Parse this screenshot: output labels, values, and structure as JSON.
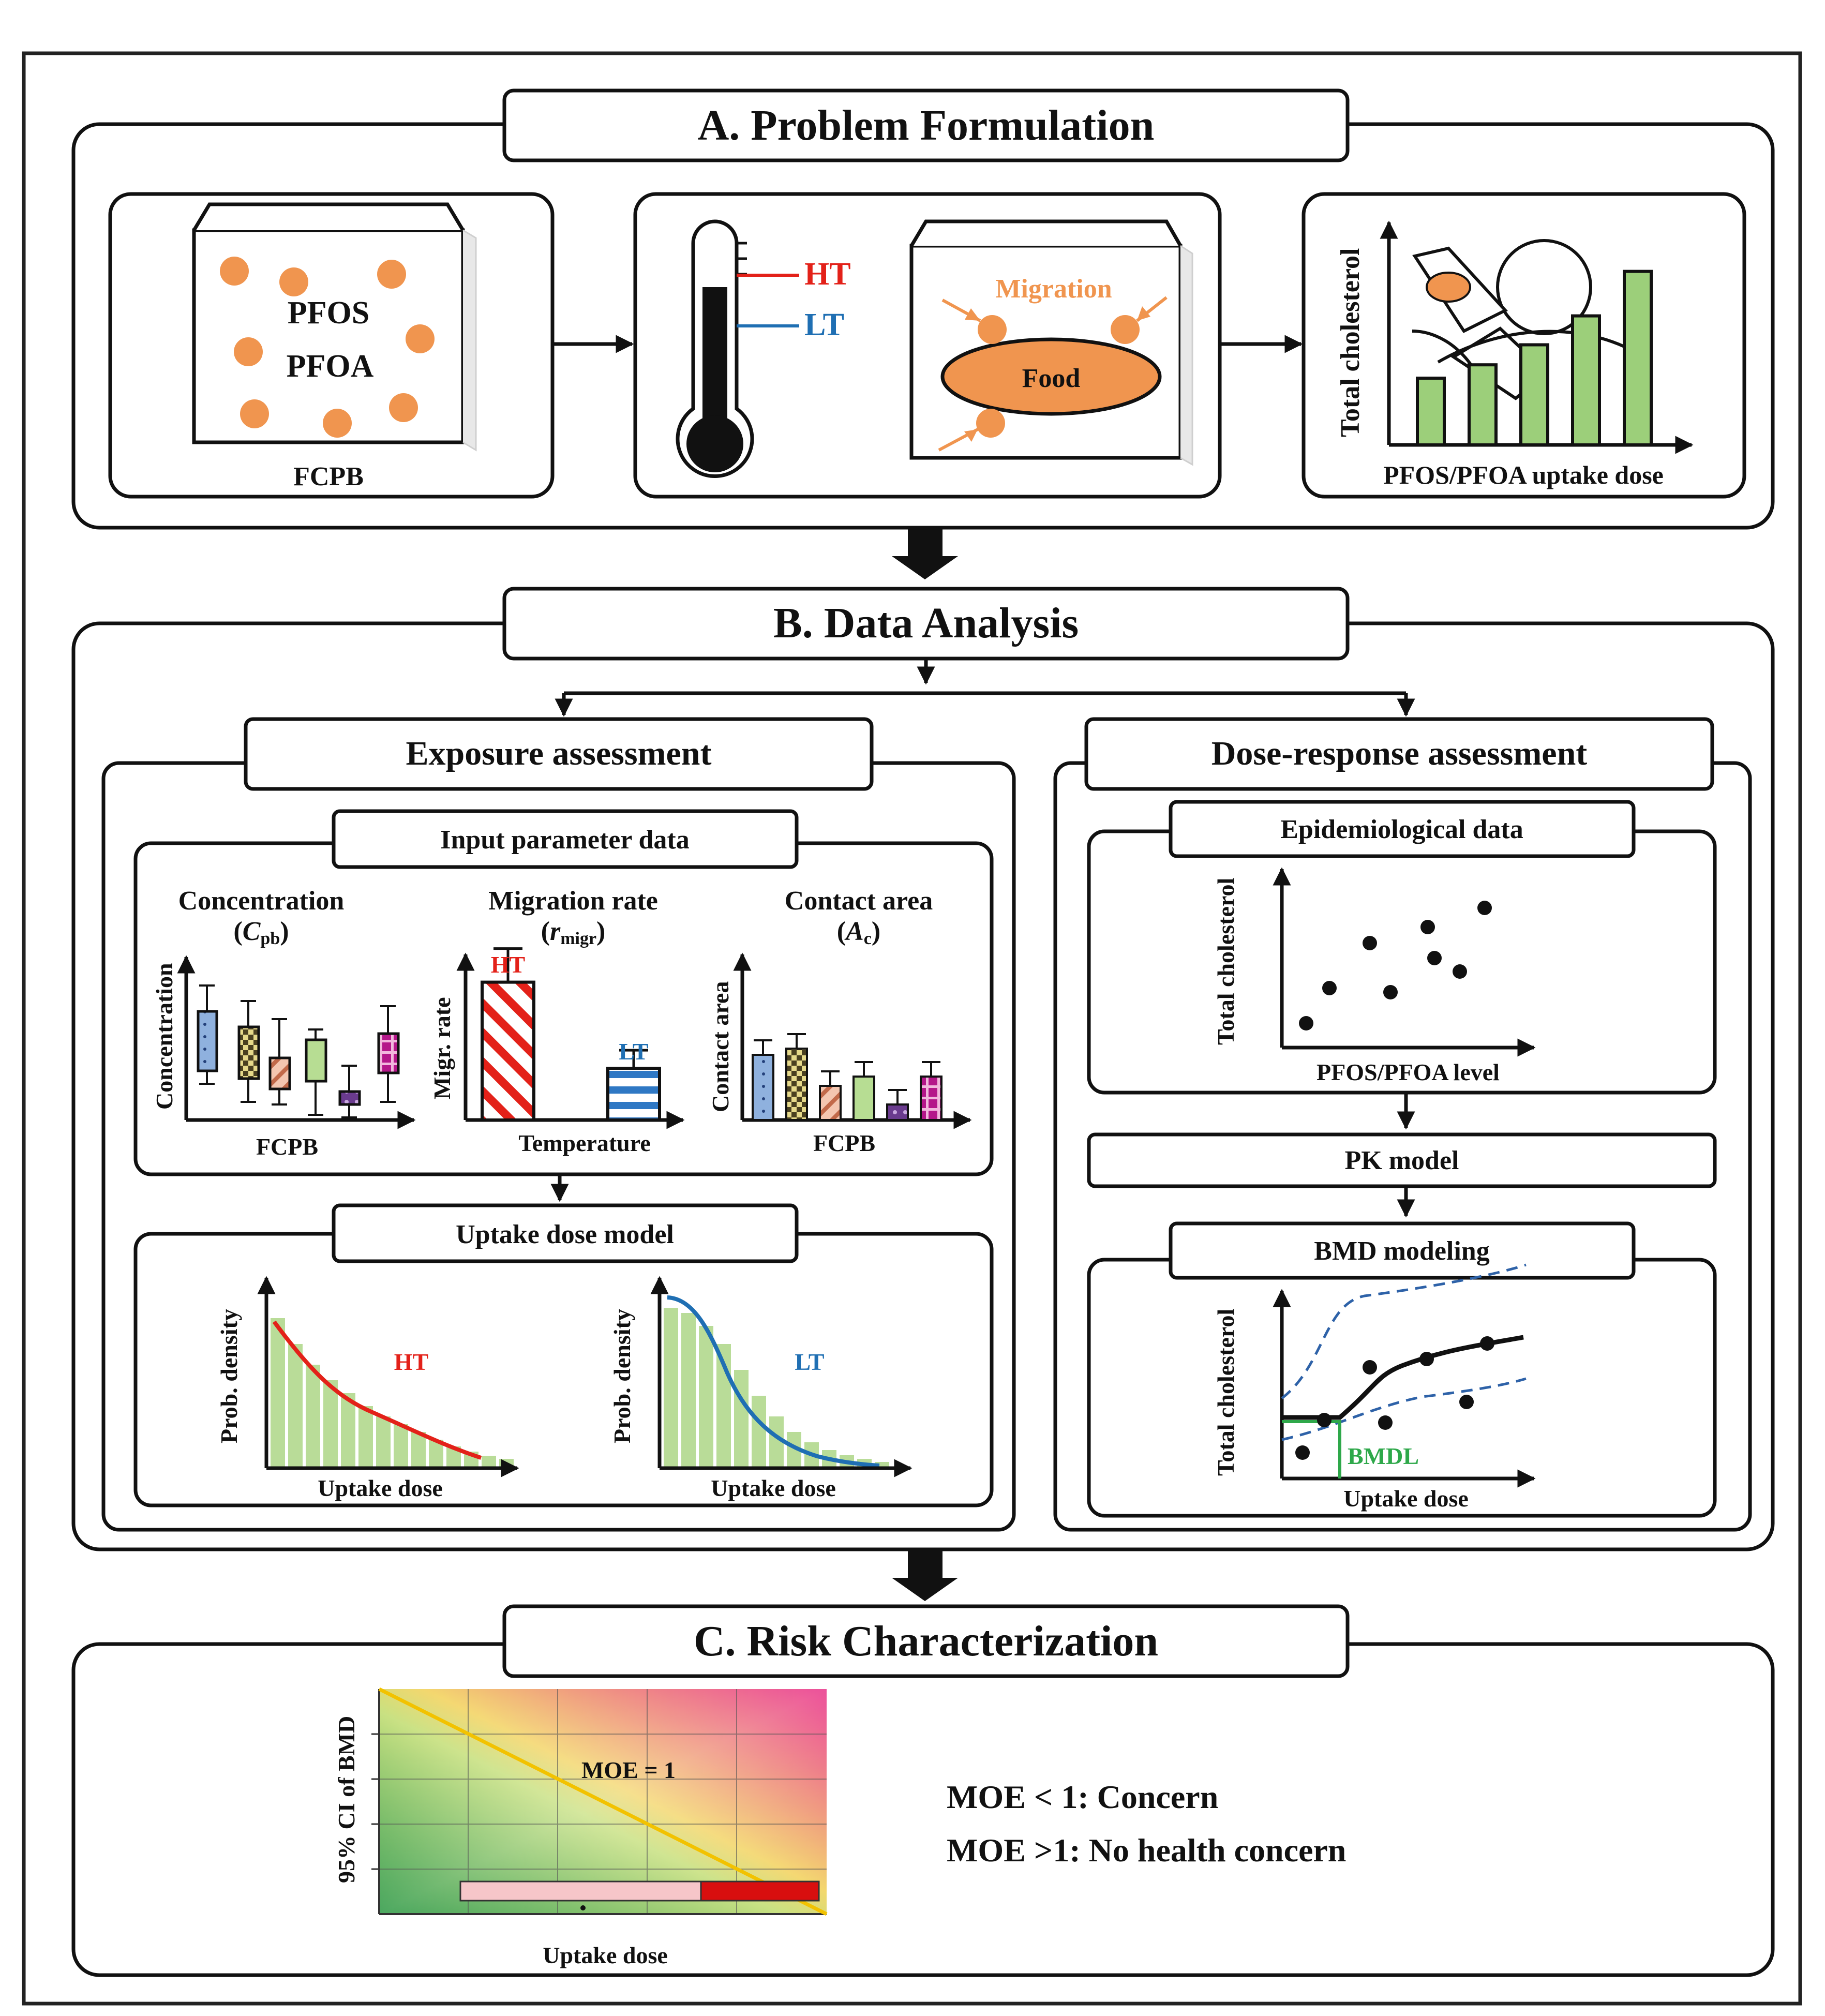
{
  "sectionA": {
    "title": "A. Problem Formulation",
    "packaging": {
      "compounds": [
        "PFOS",
        "PFOA"
      ],
      "label": "FCPB"
    },
    "temperature": {
      "high": "HT",
      "low": "LT"
    },
    "migration": {
      "label": "Migration",
      "food": "Food"
    },
    "outcome": {
      "ylabel": "Total cholesterol",
      "xlabel": "PFOS/PFOA uptake dose",
      "bar_levels": [
        0.3,
        0.36,
        0.45,
        0.58,
        0.78
      ]
    }
  },
  "sectionB": {
    "title": "B. Data Analysis",
    "exposure": {
      "title": "Exposure assessment",
      "input": {
        "title": "Input parameter data",
        "concentration": {
          "title": "Concentration",
          "symbol": "C",
          "subscript": "pb",
          "ylabel": "Concentration",
          "xlabel": "FCPB"
        },
        "migration": {
          "title": "Migration rate",
          "symbol": "r",
          "subscript": "migr",
          "ylabel": "Migr. rate",
          "xlabel": "Temperature",
          "bars": [
            {
              "name": "HT",
              "value": 0.72
            },
            {
              "name": "LT",
              "value": 0.27
            }
          ]
        },
        "contact": {
          "title": "Contact area",
          "symbol": "A",
          "subscript": "c",
          "ylabel": "Contact area",
          "xlabel": "FCPB",
          "values": [
            0.42,
            0.46,
            0.22,
            0.28,
            0.1,
            0.28
          ]
        }
      },
      "uptake": {
        "title": "Uptake dose model",
        "ht": {
          "label": "HT",
          "ylabel": "Prob. density",
          "xlabel": "Uptake dose",
          "color": "#e32119"
        },
        "lt": {
          "label": "LT",
          "ylabel": "Prob. density",
          "xlabel": "Uptake dose",
          "color": "#1f6fb3"
        }
      }
    },
    "dose_response": {
      "title": "Dose-response assessment",
      "epi": {
        "title": "Epidemiological data",
        "ylabel": "Total cholesterol",
        "xlabel": "PFOS/PFOA level"
      },
      "pk": "PK model",
      "bmd": {
        "title": "BMD modeling",
        "ylabel": "Total cholesterol",
        "xlabel": "Uptake dose",
        "bmdl": "BMDL"
      }
    }
  },
  "sectionC": {
    "title": "C. Risk Characterization",
    "ylabel": "95% CI of BMD",
    "xlabel": "Uptake dose",
    "moe_line": "MOE = 1",
    "legend": [
      "MOE < 1: Concern",
      "MOE >1: No health concern"
    ]
  },
  "colors": {
    "orange": "#f0954f",
    "ht_red": "#e32119",
    "lt_blue": "#1f6fb3",
    "bmdl_green": "#2ea84a",
    "bar_green": "#9ccf7a"
  }
}
